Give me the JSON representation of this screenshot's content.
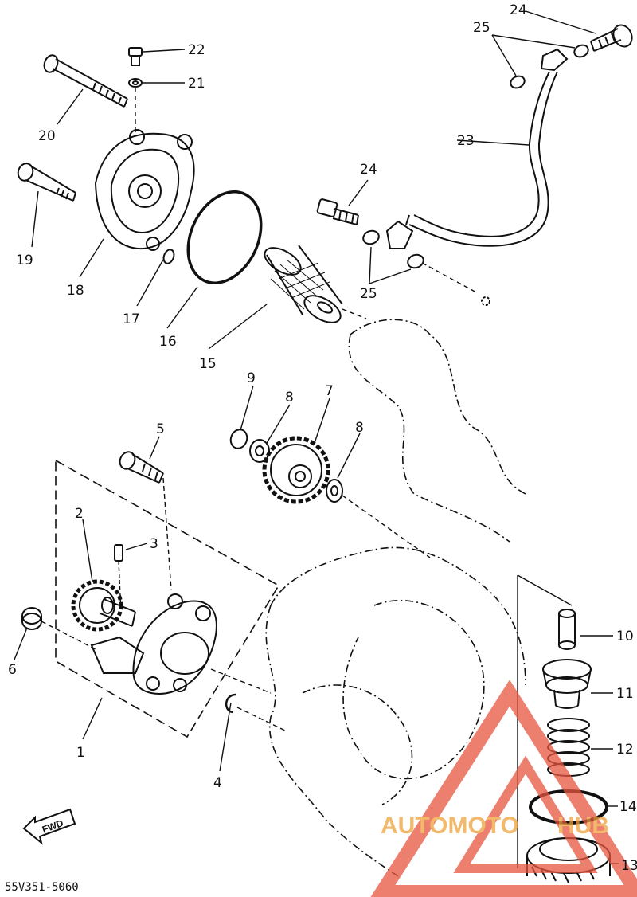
{
  "diagram": {
    "labels": {
      "p1": "1",
      "p2": "2",
      "p3": "3",
      "p4": "4",
      "p5": "5",
      "p6": "6",
      "p7": "7",
      "p8a": "8",
      "p8b": "8",
      "p9": "9",
      "p10": "10",
      "p11": "11",
      "p12": "12",
      "p13": "13",
      "p14": "14",
      "p15": "15",
      "p16": "16",
      "p17": "17",
      "p18": "18",
      "p19": "19",
      "p20": "20",
      "p21": "21",
      "p22": "22",
      "p23": "23",
      "p24a": "24",
      "p24b": "24",
      "p25a": "25",
      "p25b": "25"
    },
    "fwd_text": "FWD",
    "part_code": "55V351-5060",
    "watermark_left": "AUTOMOTO",
    "watermark_right": "HUB",
    "colors": {
      "line": "#111111",
      "watermark": "#e8553f",
      "watermark_text": "#f0a23a"
    }
  }
}
